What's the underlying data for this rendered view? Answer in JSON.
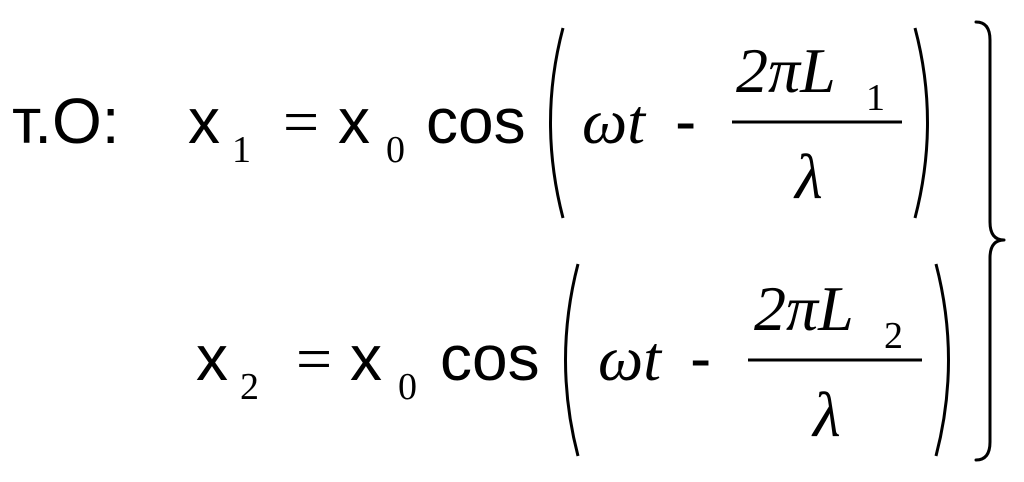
{
  "formula": {
    "prefix": "т.О:",
    "equations": [
      {
        "var": "x",
        "var_sub": "1",
        "equals": "=",
        "amp": "x",
        "amp_sub": "0",
        "func": "cos",
        "omega_t": "ωt",
        "minus": "-",
        "num_coef": "2πL",
        "num_sub": "1",
        "den": "λ"
      },
      {
        "var": "x",
        "var_sub": "2",
        "equals": "=",
        "amp": "x",
        "amp_sub": "0",
        "func": "cos",
        "omega_t": "ωt",
        "minus": "-",
        "num_coef": "2πL",
        "num_sub": "2",
        "den": "λ"
      }
    ]
  }
}
